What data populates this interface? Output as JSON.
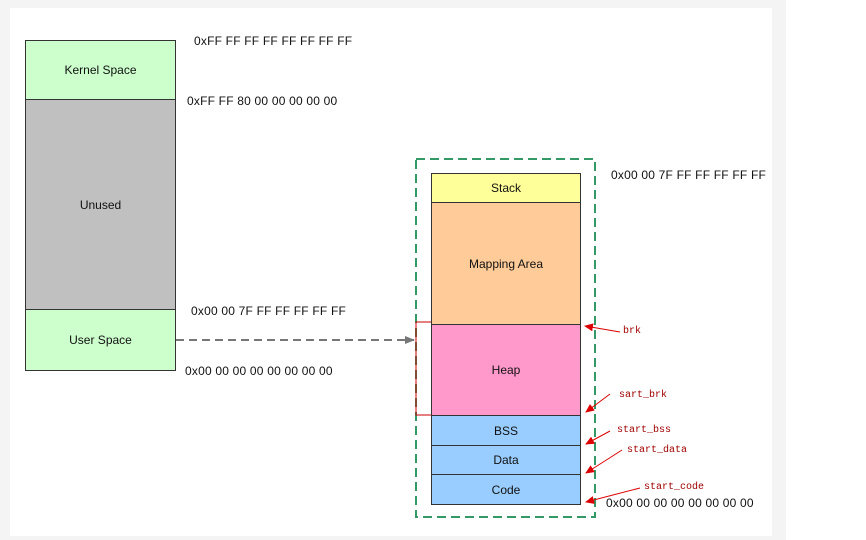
{
  "left_column": {
    "kernel_space": "Kernel Space",
    "unused": "Unused",
    "user_space": "User Space"
  },
  "left_addresses": {
    "kernel_top": "0xFF FF FF FF FF FF FF FF",
    "kernel_bottom": "0xFF FF 80 00 00 00 00 00",
    "user_top": "0x00 00 7F FF FF FF FF FF",
    "user_bottom": "0x00 00 00 00 00 00 00 00"
  },
  "right_column": {
    "stack": "Stack",
    "mapping_area": "Mapping Area",
    "heap": "Heap",
    "bss": "BSS",
    "data": "Data",
    "code": "Code"
  },
  "right_addresses": {
    "top": "0x00 00 7F FF FF FF FF FF",
    "bottom": "0x00 00 00 00 00 00 00 00"
  },
  "markers": {
    "brk": "brk",
    "start_brk": "sart_brk",
    "start_bss": "start_bss",
    "start_data": "start_data",
    "start_code": "start_code"
  },
  "colors": {
    "kernel": "#ccffcc",
    "unused": "#c0c0c0",
    "user": "#ccffcc",
    "stack": "#ffff99",
    "mapping": "#ffcc99",
    "heap": "#ff99cc",
    "segments": "#99ccff",
    "dashed_box": "#339966",
    "arrow": "#dd0000"
  }
}
